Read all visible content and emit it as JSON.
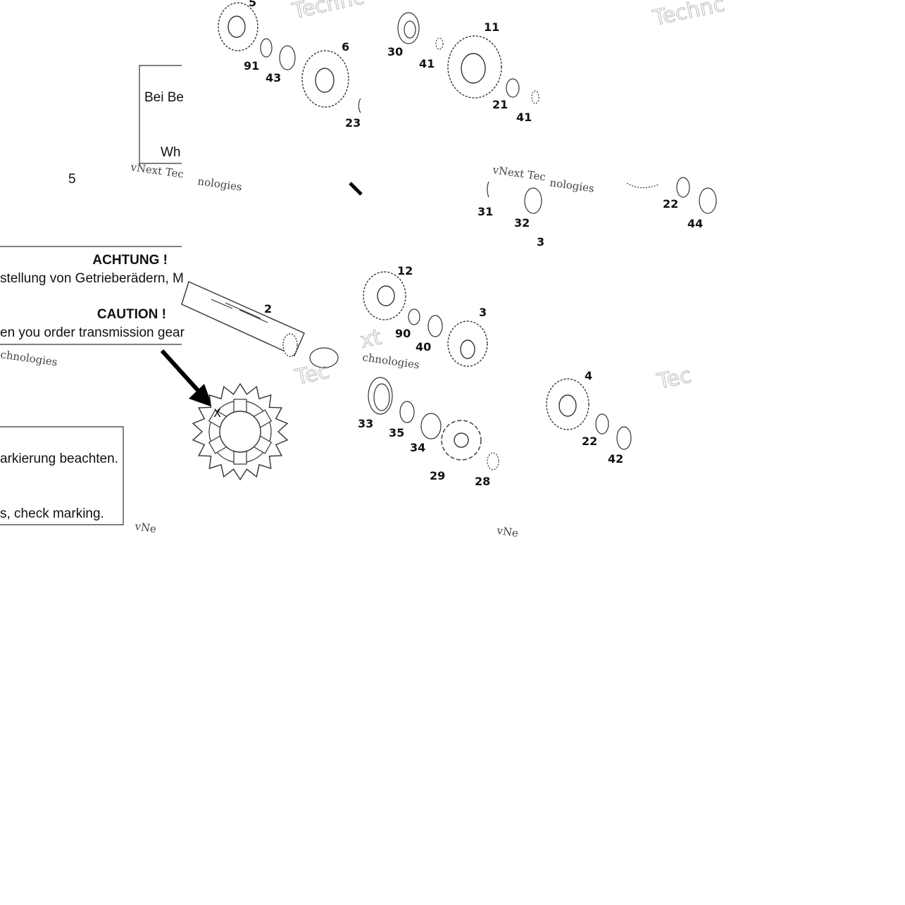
{
  "notice": {
    "top_box_de": "Bei Be",
    "top_box_en": "Wh",
    "achtung_title": "ACHTUNG !",
    "achtung_text": "stellung von Getrieberädern, M",
    "caution_title": "CAUTION !",
    "caution_text": "en you order transmission gear",
    "bottom_box_de": "arkierung beachten.",
    "bottom_box_en": "s, check marking.",
    "edge_fragment": "5"
  },
  "watermarks": {
    "brand_a": "vNext Tec",
    "brand_b": "Technc",
    "brand_c": "nologies",
    "brand_d": "Tec",
    "brand_e": "vNe",
    "brand_f": "xt",
    "brand_g": "chnologies"
  },
  "part_labels": {
    "p5": "5",
    "p91": "91",
    "p43": "43",
    "p6": "6",
    "p23": "23",
    "p30": "30",
    "p41a": "41",
    "p11": "11",
    "p21": "21",
    "p41b": "41",
    "p31": "31",
    "p32": "32",
    "p3frag": "3",
    "p22a": "22",
    "p44": "44",
    "p2": "2",
    "p12": "12",
    "p90": "90",
    "p40": "40",
    "p3": "3",
    "p33": "33",
    "p35": "35",
    "p34": "34",
    "p29": "29",
    "p28": "28",
    "p4": "4",
    "p22b": "22",
    "p42": "42"
  },
  "gear_marking": "X"
}
